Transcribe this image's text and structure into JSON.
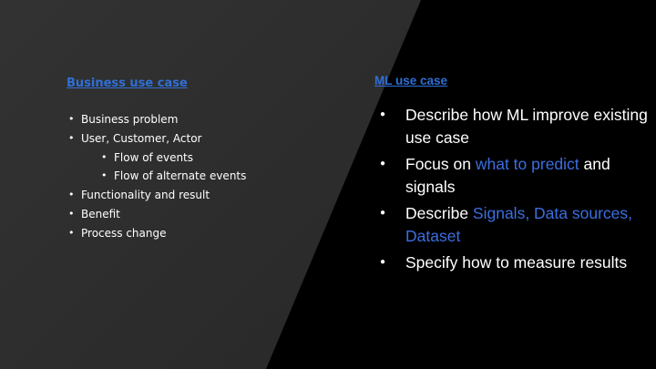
{
  "left": {
    "heading": "Business use case",
    "items": [
      {
        "text": "Business problem"
      },
      {
        "text": "User, Customer, Actor"
      },
      {
        "text": "Flow of events"
      },
      {
        "text": "Flow of alternate events"
      },
      {
        "text": "Functionality and result"
      },
      {
        "text": "Benefit"
      },
      {
        "text": "Process change"
      }
    ]
  },
  "right": {
    "heading": "ML use case",
    "items": [
      {
        "text": "Describe how ML improve existing use case"
      },
      {
        "pre": "Focus on ",
        "highlight": "what to predict",
        "post": " and signals"
      },
      {
        "pre": "Describe ",
        "highlight": "Signals, Data sources, Dataset"
      },
      {
        "text": "Specify how to measure results"
      }
    ]
  },
  "colors": {
    "left_bg": "#2a2a2a",
    "right_bg": "#000000",
    "heading": "#2f6fd6",
    "highlight": "#3b6fe0",
    "text": "#ffffff"
  }
}
